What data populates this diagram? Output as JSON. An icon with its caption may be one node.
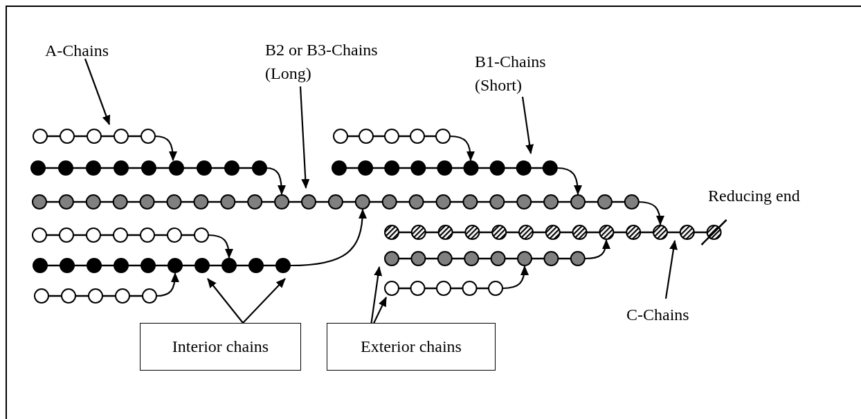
{
  "diagram": {
    "nodes": [
      {
        "text": [
          "A-Chains"
        ]
      },
      {
        "text": [
          "B2 or B3-Chains (Long)"
        ]
      },
      {
        "text": [
          "B1-Chains (Short)"
        ]
      },
      {
        "text": [],
        "shape": "chain"
      },
      {
        "text": [],
        "shape": "chain"
      },
      {
        "text": [],
        "shape": "chain"
      },
      {
        "text": [],
        "shape": "chain"
      },
      {
        "text": [],
        "shape": "chain"
      },
      {
        "text": [],
        "shape": "chain"
      },
      {
        "text": [],
        "shape": "chain"
      },
      {
        "text": [],
        "shape": "chain"
      },
      {
        "text": [],
        "shape": "chain"
      },
      {
        "text": [],
        "shape": "chain"
      },
      {
        "text": [],
        "shape": "chain"
      },
      {
        "text": [
          "C-Chains"
        ]
      },
      {
        "text": [
          "Interior chains"
        ]
      },
      {
        "text": [
          "Exterior chains"
        ]
      }
    ],
    "edges": [
      {
        "from": 0,
        "to": 3,
        "arrow": "to"
      },
      {
        "from": 1,
        "to": 7,
        "arrow": "to"
      },
      {
        "from": 2,
        "to": 6,
        "arrow": "to"
      },
      {
        "from": 3,
        "to": 5,
        "arrow": "to"
      },
      {
        "from": 5,
        "to": 7,
        "arrow": "to"
      },
      {
        "from": 4,
        "to": 6,
        "arrow": "to"
      },
      {
        "from": 6,
        "to": 7,
        "arrow": "to"
      },
      {
        "from": 7,
        "to": 9,
        "arrow": "to"
      },
      {
        "from": 8,
        "to": 10,
        "arrow": "to"
      },
      {
        "from": 12,
        "to": 10,
        "arrow": "to"
      },
      {
        "from": 10,
        "to": 7,
        "arrow": "to"
      },
      {
        "from": 11,
        "to": 9,
        "arrow": "to"
      },
      {
        "from": 13,
        "to": 11,
        "arrow": "to"
      },
      {
        "from": 14,
        "to": 9,
        "arrow": "to"
      },
      {
        "from": 15,
        "to": 10,
        "arrow": "to"
      },
      {
        "from": 15,
        "to": 10,
        "arrow": "to"
      },
      {
        "from": 16,
        "to": 11,
        "arrow": "to"
      },
      {
        "from": 16,
        "to": 13,
        "arrow": "to"
      }
    ],
    "labels": [
      "Reducing end"
    ]
  }
}
